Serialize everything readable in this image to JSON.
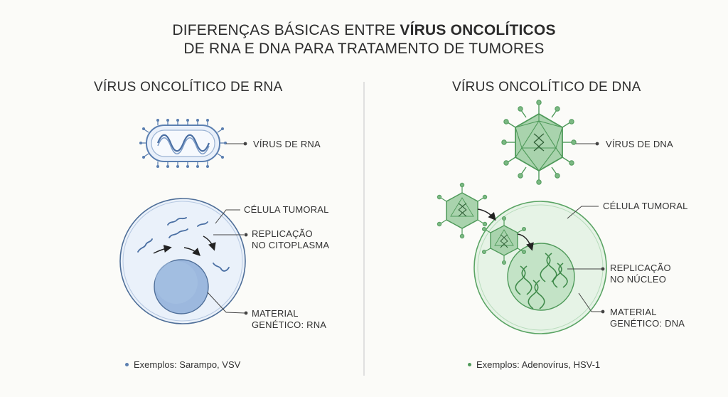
{
  "title": {
    "line1_prefix": "DIFERENÇAS BÁSICAS ENTRE ",
    "line1_bold": "VÍRUS ONCOLÍTICOS",
    "line2": "DE RNA E DNA PARA TRATAMENTO DE TUMORES"
  },
  "rna_panel": {
    "heading": "VÍRUS ONCOLÍTICO DE RNA",
    "virus_label": "VÍRUS DE RNA",
    "cell_label": "CÉLULA TUMORAL",
    "replication_label_1": "REPLICAÇÃO",
    "replication_label_2": "NO CITOPLASMA",
    "material_label_1": "MATERIAL",
    "material_label_2": "GENÉTICO: RNA",
    "examples": "Exemplos: Sarampo, VSV"
  },
  "dna_panel": {
    "heading": "VÍRUS ONCOLÍTICO DE DNA",
    "virus_label": "VÍRUS DE DNA",
    "cell_label": "CÉLULA TUMORAL",
    "replication_label_1": "REPLICAÇÃO",
    "replication_label_2": "NO NÚCLEO",
    "material_label_1": "MATERIAL",
    "material_label_2": "GENÉTICO: DNA",
    "examples": "Exemplos: Adenovírus, HSV-1"
  },
  "colors": {
    "rna_blue": "#5b7fb0",
    "rna_fill": "#e6eef8",
    "dna_green": "#4f9a5a",
    "dna_fill": "#e3f1e3"
  }
}
